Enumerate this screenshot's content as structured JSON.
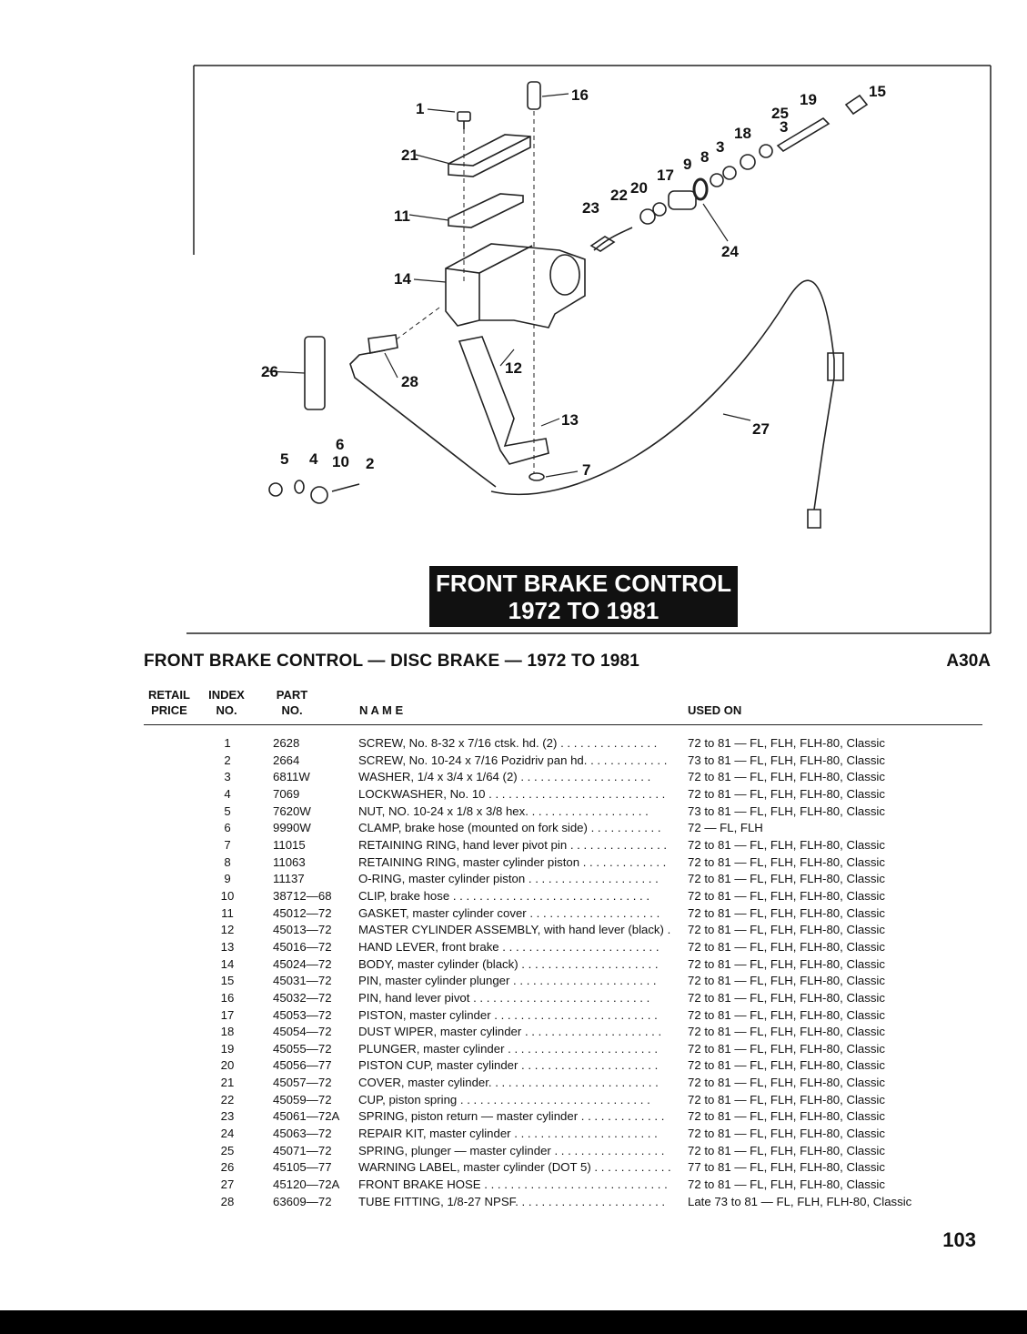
{
  "diagram": {
    "callouts": [
      "1",
      "2",
      "3",
      "3",
      "4",
      "5",
      "6",
      "7",
      "8",
      "9",
      "10",
      "11",
      "12",
      "13",
      "14",
      "15",
      "16",
      "17",
      "18",
      "19",
      "20",
      "21",
      "22",
      "23",
      "24",
      "25",
      "26",
      "27",
      "28"
    ],
    "title_line1": "FRONT BRAKE CONTROL",
    "title_line2": "1972 TO 1981"
  },
  "header": {
    "title": "FRONT BRAKE CONTROL — DISC BRAKE — 1972 TO 1981",
    "code": "A30A"
  },
  "columns": {
    "retail": "RETAIL\nPRICE",
    "index": "INDEX\nNO.",
    "part": "PART\nNO.",
    "name": "N A M E",
    "used": "USED ON"
  },
  "parts": [
    {
      "index": "1",
      "part": "2628",
      "name": "SCREW, No. 8-32 x 7/16 ctsk. hd. (2) . . . . . . . . . . . . . . .",
      "used": "72 to 81 — FL, FLH, FLH-80, Classic"
    },
    {
      "index": "2",
      "part": "2664",
      "name": "SCREW, No. 10-24 x 7/16 Pozidriv pan hd. . . . . . . . . . . . .",
      "used": "73 to 81 — FL, FLH, FLH-80, Classic"
    },
    {
      "index": "3",
      "part": "6811W",
      "name": "WASHER, 1/4 x 3/4 x 1/64 (2) . . . . . . . . . . . . . . . . . . . .",
      "used": "72 to 81 — FL, FLH, FLH-80, Classic"
    },
    {
      "index": "4",
      "part": "7069",
      "name": "LOCKWASHER, No. 10 . . . . . . . . . . . . . . . . . . . . . . . . . . .",
      "used": "72 to 81 — FL, FLH, FLH-80, Classic"
    },
    {
      "index": "5",
      "part": "7620W",
      "name": "NUT, NO. 10-24 x 1/8 x 3/8 hex. . . . . . . . . . . . . . . . . . .",
      "used": "73 to 81 — FL, FLH, FLH-80, Classic"
    },
    {
      "index": "6",
      "part": "9990W",
      "name": "CLAMP, brake hose (mounted on fork side) . . . . . . . . . . .",
      "used": "72 — FL, FLH"
    },
    {
      "index": "7",
      "part": "11015",
      "name": "RETAINING RING, hand lever pivot pin . . . . . . . . . . . . . . .",
      "used": "72 to 81 — FL, FLH, FLH-80, Classic"
    },
    {
      "index": "8",
      "part": "11063",
      "name": "RETAINING RING, master cylinder piston . . . . . . . . . . . . .",
      "used": "72 to 81 — FL, FLH, FLH-80, Classic"
    },
    {
      "index": "9",
      "part": "11137",
      "name": "O-RING, master cylinder piston . . . . . . . . . . . . . . . . . . . .",
      "used": "72 to 81 — FL, FLH, FLH-80, Classic"
    },
    {
      "index": "10",
      "part": "38712—68",
      "name": "CLIP, brake hose . . . . . . . . . . . . . . . . . . . . . . . . . . . . . .",
      "used": "72 to 81 — FL, FLH, FLH-80, Classic"
    },
    {
      "index": "11",
      "part": "45012—72",
      "name": "GASKET, master cylinder cover . . . . . . . . . . . . . . . . . . . .",
      "used": "72 to 81 — FL, FLH, FLH-80, Classic"
    },
    {
      "index": "12",
      "part": "45013—72",
      "name": "MASTER CYLINDER ASSEMBLY, with hand lever (black) .",
      "used": "72 to 81 — FL, FLH, FLH-80, Classic"
    },
    {
      "index": "13",
      "part": "45016—72",
      "name": "HAND LEVER, front brake . . . . . . . . . . . . . . . . . . . . . . . .",
      "used": "72 to 81 — FL, FLH, FLH-80, Classic"
    },
    {
      "index": "14",
      "part": "45024—72",
      "name": "BODY, master cylinder (black) . . . . . . . . . . . . . . . . . . . . .",
      "used": "72 to 81 — FL, FLH, FLH-80, Classic"
    },
    {
      "index": "15",
      "part": "45031—72",
      "name": "PIN, master cylinder plunger . . . . . . . . . . . . . . . . . . . . . .",
      "used": "72 to 81 — FL, FLH, FLH-80, Classic"
    },
    {
      "index": "16",
      "part": "45032—72",
      "name": "PIN, hand lever pivot . . . . . . . . . . . . . . . . . . . . . . . . . . .",
      "used": "72 to 81 — FL, FLH, FLH-80, Classic"
    },
    {
      "index": "17",
      "part": "45053—72",
      "name": "PISTON, master cylinder . . . . . . . . . . . . . . . . . . . . . . . . .",
      "used": "72 to 81 — FL, FLH, FLH-80, Classic"
    },
    {
      "index": "18",
      "part": "45054—72",
      "name": "DUST WIPER, master cylinder . . . . . . . . . . . . . . . . . . . . .",
      "used": "72 to 81 — FL, FLH, FLH-80, Classic"
    },
    {
      "index": "19",
      "part": "45055—72",
      "name": "PLUNGER, master cylinder . . . . . . . . . . . . . . . . . . . . . . .",
      "used": "72 to 81 — FL, FLH, FLH-80, Classic"
    },
    {
      "index": "20",
      "part": "45056—77",
      "name": "PISTON CUP, master cylinder . . . . . . . . . . . . . . . . . . . . .",
      "used": "72 to 81 — FL, FLH, FLH-80, Classic"
    },
    {
      "index": "21",
      "part": "45057—72",
      "name": "COVER, master cylinder. . . . . . . . . . . . . . . . . . . . . . . . . .",
      "used": "72 to 81 — FL, FLH, FLH-80, Classic"
    },
    {
      "index": "22",
      "part": "45059—72",
      "name": "CUP, piston spring . . . . . . . . . . . . . . . . . . . . . . . . . . . . .",
      "used": "72 to 81 — FL, FLH, FLH-80, Classic"
    },
    {
      "index": "23",
      "part": "45061—72A",
      "name": "SPRING, piston return — master cylinder . . . . . . . . . . . . .",
      "used": "72 to 81 — FL, FLH, FLH-80, Classic"
    },
    {
      "index": "24",
      "part": "45063—72",
      "name": "REPAIR KIT, master cylinder . . . . . . . . . . . . . . . . . . . . . .",
      "used": "72 to 81 — FL, FLH, FLH-80, Classic"
    },
    {
      "index": "25",
      "part": "45071—72",
      "name": "SPRING, plunger — master cylinder . . . . . . . . . . . . . . . . .",
      "used": "72 to 81 — FL, FLH, FLH-80, Classic"
    },
    {
      "index": "26",
      "part": "45105—77",
      "name": "WARNING LABEL, master cylinder (DOT 5) . . . . . . . . . . . .",
      "used": "77 to 81 — FL, FLH, FLH-80, Classic"
    },
    {
      "index": "27",
      "part": "45120—72A",
      "name": "FRONT BRAKE HOSE . . . . . . . . . . . . . . . . . . . . . . . . . . . .",
      "used": "72 to 81 — FL, FLH, FLH-80, Classic"
    },
    {
      "index": "28",
      "part": "63609—72",
      "name": "TUBE FITTING, 1/8-27 NPSF. . . . . . . . . . . . . . . . . . . . . . .",
      "used": "Late 73 to 81 — FL, FLH, FLH-80, Classic"
    }
  ],
  "page_number": "103"
}
